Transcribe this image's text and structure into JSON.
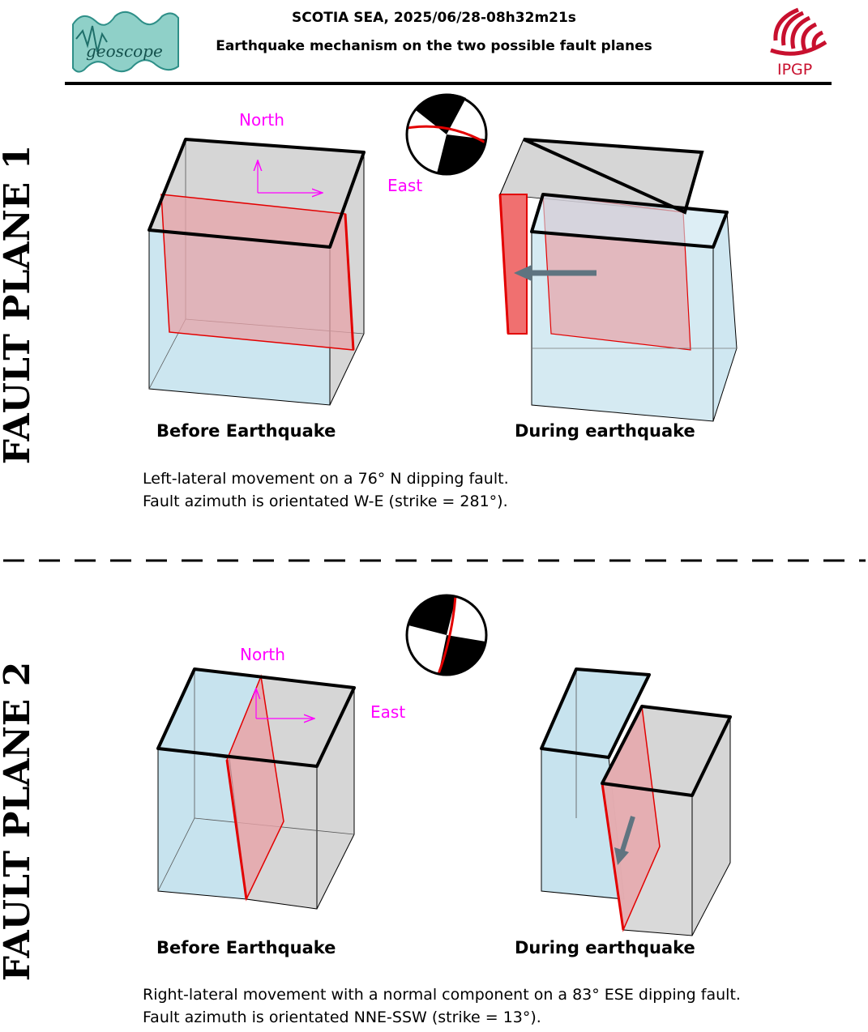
{
  "header": {
    "title": "SCOTIA SEA, 2025/06/28-08h32m21s",
    "subtitle": "Earthquake mechanism on the two possible fault planes",
    "left_logo_text": "geoscope",
    "right_logo_text": "IPGP"
  },
  "colors": {
    "block_blue": "#c7e3ee",
    "block_gray": "#d6d6d6",
    "fault_red": "#e30000",
    "fault_fill": "#e7a3a8",
    "compass": "#ff00ff",
    "ipgp_red": "#c8102e"
  },
  "plane1": {
    "side_label": "FAULT PLANE 1",
    "north": "North",
    "east": "East",
    "before": "Before Earthquake",
    "during": "During earthquake",
    "caption_line1": "Left-lateral movement on a 76° N dipping fault.",
    "caption_line2": "Fault azimuth is orientated W-E (strike = 281°)."
  },
  "plane2": {
    "side_label": "FAULT PLANE 2",
    "north": "North",
    "east": "East",
    "before": "Before Earthquake",
    "during": "During earthquake",
    "caption_line1": "Right-lateral movement with a normal component on a 83° ESE dipping fault.",
    "caption_line2": "Fault azimuth is orientated NNE-SSW (strike = 13°)."
  }
}
